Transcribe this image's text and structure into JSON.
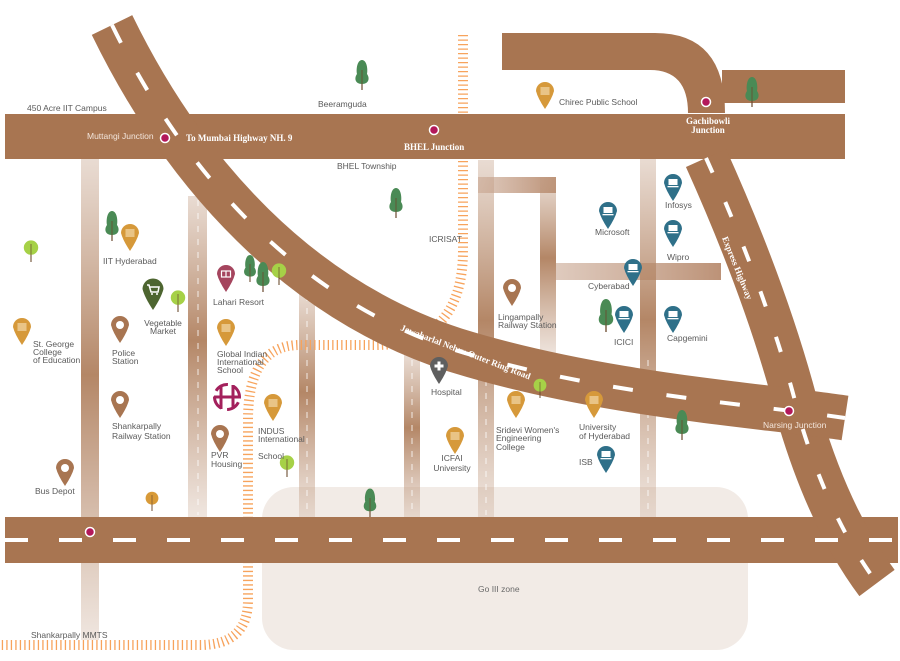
{
  "colors": {
    "road": "#a87551",
    "street": "#c7a48c",
    "rail": "#f7a35c",
    "zone": "#f2ebe6",
    "junction": "#b3185a",
    "school_pin": "#d6993a",
    "location_pin": "#a87551",
    "it_pin": "#2f7089",
    "hospital_pin": "#5f5f5f",
    "market_pin": "#4d6530",
    "resort_pin": "#a5455e",
    "tree_dark": "#4a8a55",
    "tree_light": "#a6d147",
    "tree_orange": "#d89a38",
    "logo": "#a3205c"
  },
  "roads": {
    "nh9": "To Mumbai Highway NH. 9",
    "orr": "Jawaharlal Nehru Outer Ring Road",
    "express": "Express Highway"
  },
  "junctions": {
    "muttangi": "Muttangi Junction",
    "bhel": "BHEL Junction",
    "gachibowli": [
      "Gachibowli",
      "Junction"
    ],
    "narsing": "Narsing Junction"
  },
  "areas": {
    "iit_campus": "450 Acre IIT Campus",
    "beeramguda": "Beeramguda",
    "bhel_township": "BHEL Township",
    "icrisat": "ICRISAT",
    "go111": "Go III zone",
    "shankarpally_mmts": "Shankarpally MMTS"
  },
  "places": {
    "chirec": "Chirec Public School",
    "iit_hyd": "IIT Hyderabad",
    "st_george": [
      "St. George",
      "College",
      "of Education"
    ],
    "veg_market": [
      "Vegetable",
      "Market"
    ],
    "lahari": "Lahari Resort",
    "police": [
      "Police",
      "Station"
    ],
    "global_indian": [
      "Global Indian",
      "International",
      "School"
    ],
    "shankarpally_rly": [
      "Shankarpally",
      "Railway Station"
    ],
    "pvr": [
      "PVR",
      "Housing"
    ],
    "indus": [
      "INDUS",
      "International",
      "School"
    ],
    "bus_depot": "Bus Depot",
    "hospital": "Hospital",
    "icfai": [
      "ICFAI",
      "University"
    ],
    "sridevi": [
      "Sridevi Women's",
      "Engineering",
      "College"
    ],
    "uoh": [
      "University",
      "of Hyderabad"
    ],
    "isb": "ISB",
    "lingampally": [
      "Lingampally",
      "Railway Station"
    ],
    "microsoft": "Microsoft",
    "infosys": "Infosys",
    "wipro": "Wipro",
    "cyberabad": "Cyberabad",
    "icici": "ICICI",
    "capgemini": "Capgemini"
  }
}
